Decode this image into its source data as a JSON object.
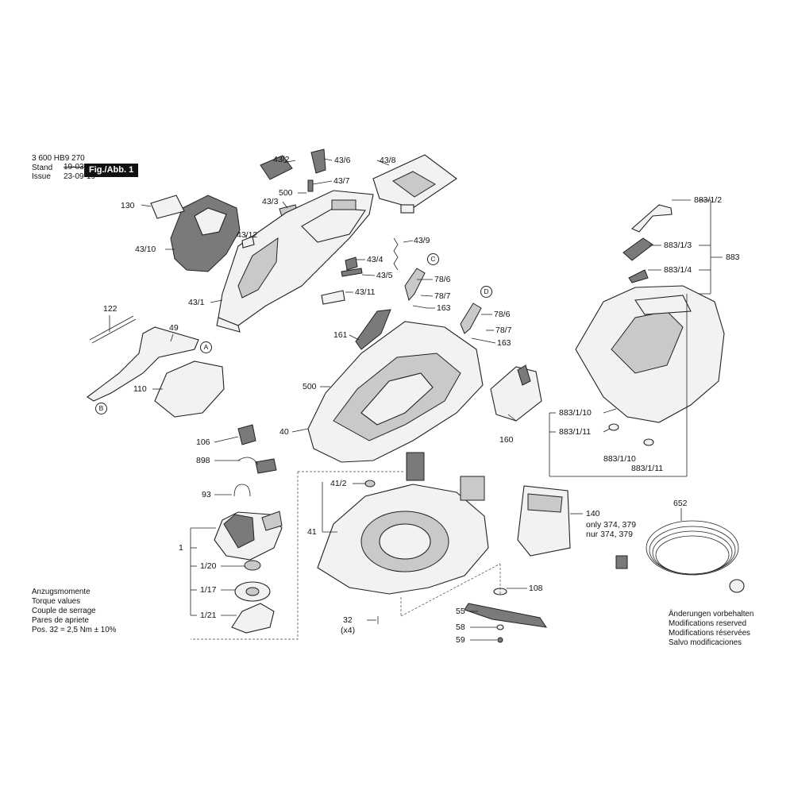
{
  "header": {
    "doc_number": "3 600 HB9 270",
    "stand_label": "Stand",
    "issue_label": "Issue",
    "stand_old_date": "19-03",
    "issue_date": "23-09-19",
    "figure_label": "Fig./Abb. 1"
  },
  "part_labels": {
    "p43_2": "43/2",
    "p43_6": "43/6",
    "p43_8": "43/8",
    "p43_7": "43/7",
    "p500a": "500",
    "p43_3": "43/3",
    "p130": "130",
    "p43_12": "43/12",
    "p43_10": "43/10",
    "p43_9": "43/9",
    "p43_4": "43/4",
    "p43_5": "43/5",
    "p43_11": "43/11",
    "p43_1": "43/1",
    "p78_6a": "78/6",
    "p78_7a": "78/7",
    "p163a": "163",
    "p78_6b": "78/6",
    "p78_7b": "78/7",
    "p163b": "163",
    "p161": "161",
    "p122": "122",
    "p49": "49",
    "p110": "110",
    "p500b": "500",
    "p40": "40",
    "p160": "160",
    "p106": "106",
    "p898": "898",
    "p93": "93",
    "p1": "1",
    "p1_20": "1/20",
    "p1_17": "1/17",
    "p1_21": "1/21",
    "p41_2": "41/2",
    "p41": "41",
    "p32": "32",
    "p32x": "(x4)",
    "p55": "55",
    "p58": "58",
    "p59": "59",
    "p108": "108",
    "p140": "140",
    "p140_note_en": "only 374, 379",
    "p140_note_de": "nur 374, 379",
    "p652": "652",
    "p883_1_2": "883/1/2",
    "p883_1_3": "883/1/3",
    "p883": "883",
    "p883_1_4": "883/1/4",
    "p883_1_10a": "883/1/10",
    "p883_1_11a": "883/1/11",
    "p883_1_10b": "883/1/10",
    "p883_1_11b": "883/1/11"
  },
  "callouts": {
    "A": "A",
    "B": "B",
    "C": "C",
    "D": "D"
  },
  "torque_note": [
    "Anzugsmomente",
    "Torque values",
    "Couple de serrage",
    "Pares de apriete",
    "Pos. 32 = 2,5 Nm ± 10%"
  ],
  "modifications_note": [
    "Änderungen vorbehalten",
    "Modifications reserved",
    "Modifications réservées",
    "Salvo modificaciones"
  ]
}
